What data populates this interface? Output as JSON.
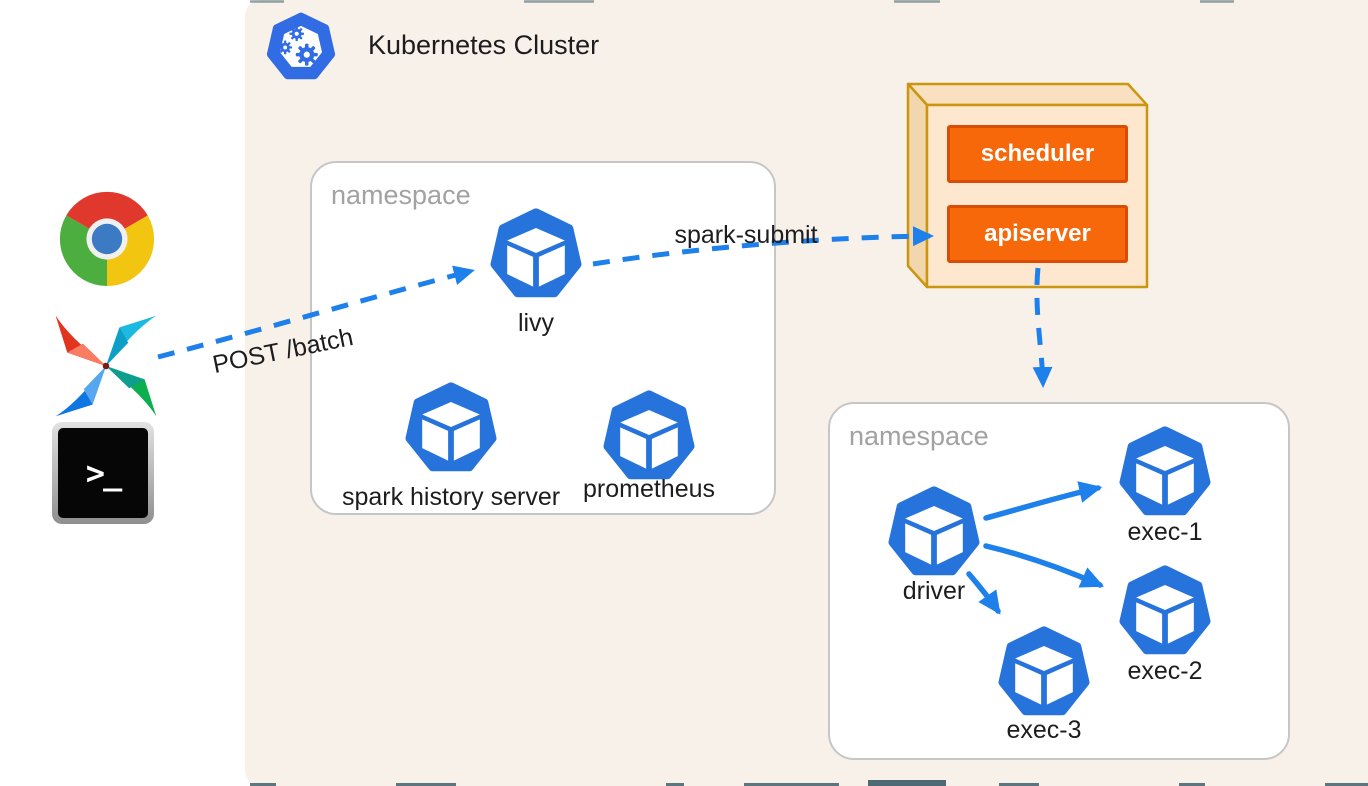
{
  "header": {
    "logo": "kubernetes-logo",
    "title": "Kubernetes Cluster"
  },
  "clients": [
    {
      "icon": "chrome-browser"
    },
    {
      "icon": "apache-airflow"
    },
    {
      "icon": "terminal",
      "prompt": ">_"
    }
  ],
  "control_plane": {
    "components": [
      {
        "label": "scheduler"
      },
      {
        "label": "apiserver"
      }
    ]
  },
  "namespaces": [
    {
      "label": "namespace",
      "pods": [
        {
          "label": "livy"
        },
        {
          "label": "spark history server"
        },
        {
          "label": "prometheus"
        }
      ]
    },
    {
      "label": "namespace",
      "pods": [
        {
          "label": "driver"
        },
        {
          "label": "exec-1"
        },
        {
          "label": "exec-2"
        },
        {
          "label": "exec-3"
        }
      ]
    }
  ],
  "edges": [
    {
      "from": "clients",
      "to": "livy",
      "label": "POST /batch",
      "style": "dashed"
    },
    {
      "from": "livy",
      "to": "apiserver",
      "label": "spark-submit",
      "style": "dashed"
    },
    {
      "from": "apiserver",
      "to": "namespace-2",
      "label": "",
      "style": "dashed"
    },
    {
      "from": "driver",
      "to": "exec-1",
      "label": "",
      "style": "solid"
    },
    {
      "from": "driver",
      "to": "exec-2",
      "label": "",
      "style": "solid"
    },
    {
      "from": "driver",
      "to": "exec-3",
      "label": "",
      "style": "solid"
    }
  ],
  "colors": {
    "page-bg": "#ffffff",
    "card-bg": "#f8f1ea",
    "pod-blue": "#2673dc",
    "arrow-blue": "#1e80eb",
    "logo-blue": "#326ce5",
    "ns-border": "#c6c6c6",
    "ns-label": "#a2a2a2",
    "text": "#1d1d1f",
    "box-face": "#fde7cf",
    "box-top": "#f8e0c0",
    "box-side": "#f2d6ae",
    "box-border": "#cb960f",
    "component-orange": "#f6680a",
    "component-border": "#da4b04",
    "edge-dark": "#4d6973"
  }
}
